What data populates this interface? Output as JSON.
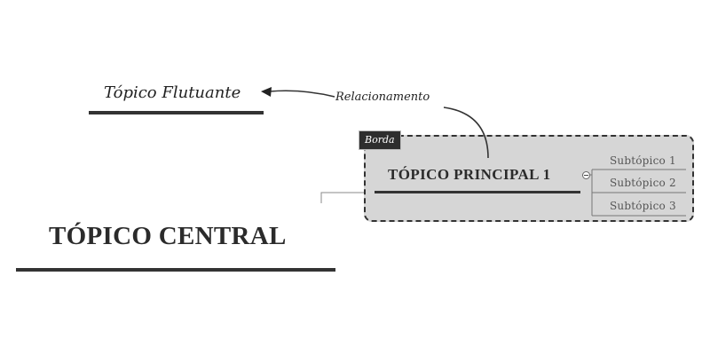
{
  "floating_topic": {
    "label": "Tópico Flutuante"
  },
  "central_topic": {
    "label": "TÓPICO CENTRAL"
  },
  "main_topic": {
    "label": "TÓPICO PRINCIPAL 1"
  },
  "boundary": {
    "label": "Borda"
  },
  "relationship": {
    "label": "Relacionamento"
  },
  "subtopics": [
    {
      "label": "Subtópico 1"
    },
    {
      "label": "Subtópico 2"
    },
    {
      "label": "Subtópico 3"
    }
  ],
  "colors": {
    "line": "#333333",
    "boundary_fill": "#d6d6d6",
    "label_fill": "#2e2e2e",
    "connector": "#888888"
  },
  "icons": {
    "collapse": "minus-circle-icon",
    "arrow": "arrowhead-icon"
  }
}
